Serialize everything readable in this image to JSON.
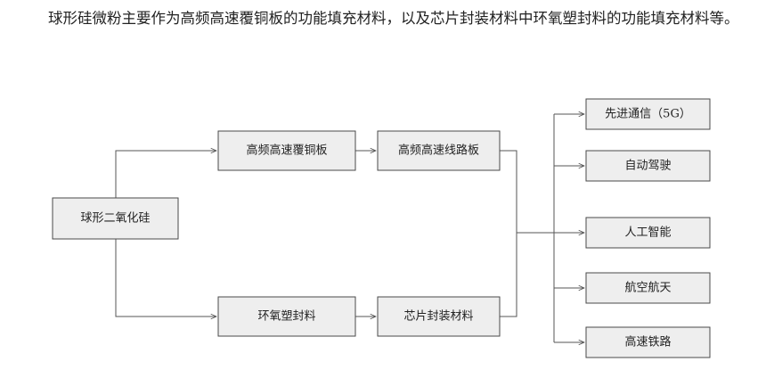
{
  "intro_text": "球形硅微粉主要作为高频高速覆铜板的功能填充材料，以及芯片封装材料中环氧塑封料的功能填充材料等。",
  "diagram": {
    "source": {
      "label": "球形二氧化硅"
    },
    "mid_top": [
      {
        "label": "高频高速覆铜板"
      },
      {
        "label": "高频高速线路板"
      }
    ],
    "mid_bottom": [
      {
        "label": "环氧塑封料"
      },
      {
        "label": "芯片封装材料"
      }
    ],
    "applications": [
      {
        "label": "先进通信（5G）"
      },
      {
        "label": "自动驾驶"
      },
      {
        "label": "人工智能"
      },
      {
        "label": "航空航天"
      },
      {
        "label": "高速铁路"
      }
    ]
  }
}
